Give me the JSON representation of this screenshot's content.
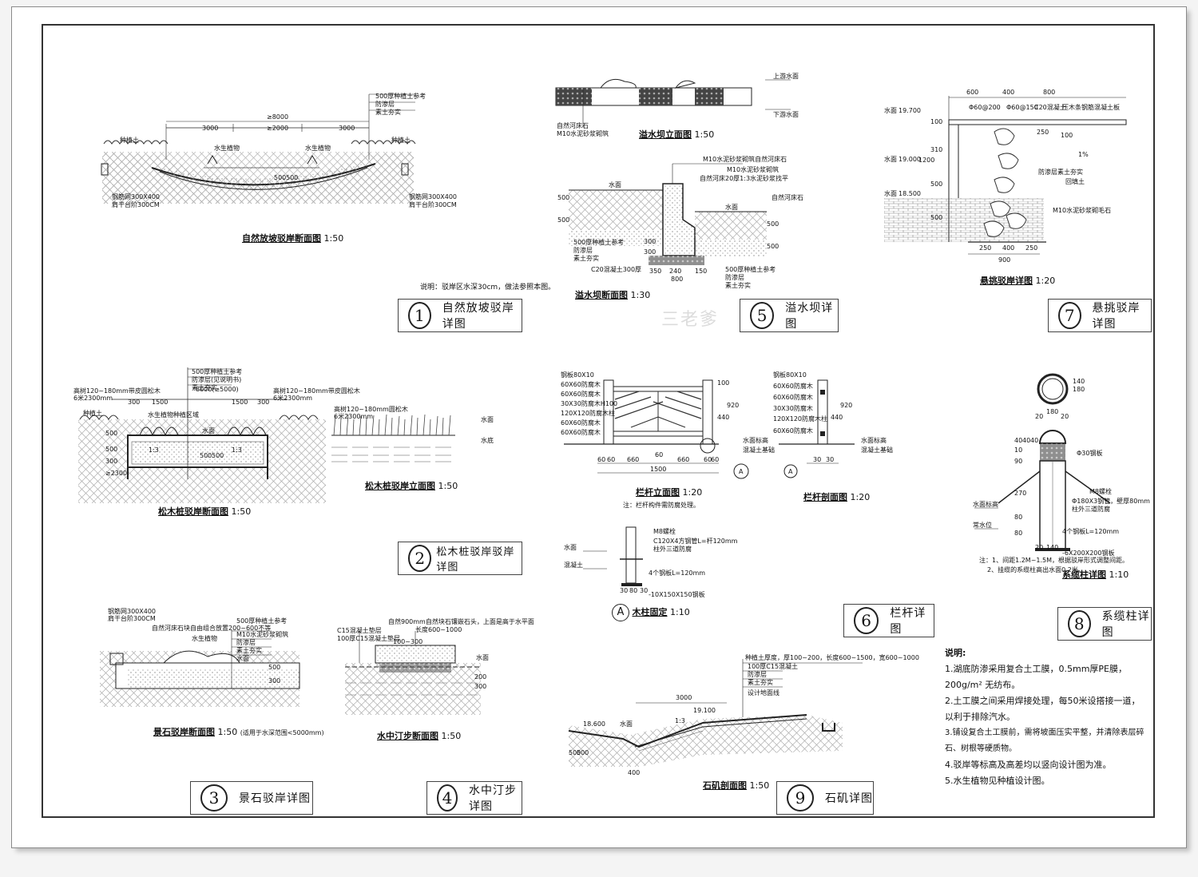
{
  "sheet": {
    "watermark": "三老爹",
    "sections": [
      {
        "num": "1",
        "title": "自然放坡驳岸详图"
      },
      {
        "num": "2",
        "title": "松木桩驳岸驳岸详图"
      },
      {
        "num": "3",
        "title": "景石驳岸详图"
      },
      {
        "num": "4",
        "title": "水中汀步详图"
      },
      {
        "num": "5",
        "title": "溢水坝详图"
      },
      {
        "num": "6",
        "title": "栏杆详图"
      },
      {
        "num": "7",
        "title": "悬挑驳岸详图"
      },
      {
        "num": "8",
        "title": "系缆柱详图"
      },
      {
        "num": "9",
        "title": "石矶详图"
      }
    ],
    "captions": {
      "c1": {
        "name": "自然放坡驳岸断面图",
        "scale": "1:50"
      },
      "c1_note": "说明：驳岸区水深30cm，做法参照本图。",
      "c2a": {
        "name": "松木桩驳岸断面图",
        "scale": "1:50"
      },
      "c2b": {
        "name": "松木桩驳岸立面图",
        "scale": "1:50"
      },
      "c3": {
        "name": "景石驳岸断面图",
        "scale": "1:50",
        "extra": "(适用于水深范围<5000mm)"
      },
      "c4": {
        "name": "水中汀步断面图",
        "scale": "1:50"
      },
      "c5a": {
        "name": "溢水坝立面图",
        "scale": "1:50"
      },
      "c5b": {
        "name": "溢水坝断面图",
        "scale": "1:30"
      },
      "c6a": {
        "name": "栏杆立面图",
        "scale": "1:20"
      },
      "c6a_note": "注：栏杆构件需防腐处理。",
      "c6b": {
        "name": "栏杆剖面图",
        "scale": "1:20"
      },
      "c6c": {
        "letter": "A",
        "name": "木柱固定",
        "scale": "1:10"
      },
      "c7": {
        "name": "悬挑驳岸详图",
        "scale": "1:20"
      },
      "c8": {
        "name": "系缆柱详图",
        "scale": "1:10"
      },
      "c8_notes": [
        "注：1、间距1.2M~1.5M，根据驳岸形式调整间距。",
        "2、挂缆的系缆柱高出水面0.2米。"
      ],
      "c9": {
        "name": "石矶剖面图",
        "scale": "1:50"
      }
    },
    "dims": {
      "d1": [
        "3000",
        "≥8000",
        "≥2000",
        "3000",
        "500",
        "500"
      ],
      "d2": [
        "8000(≥5000)",
        "1500",
        "1500",
        "300",
        "300",
        "500",
        "500",
        "300",
        "≥2300",
        "500",
        "500"
      ],
      "d3": [
        "500",
        "300"
      ],
      "d4": [
        "100~300",
        "200",
        "300"
      ],
      "d5": [
        "500",
        "500",
        "300",
        "350",
        "800",
        "150",
        "500",
        "500",
        "300",
        "240"
      ],
      "d6": [
        "60",
        "660",
        "60",
        "660",
        "60",
        "1500",
        "920",
        "440",
        "100",
        "60",
        "60",
        "920",
        "440",
        "30",
        "30",
        "80",
        "60",
        "30"
      ],
      "d7": [
        "600",
        "400",
        "800",
        "100",
        "310",
        "500",
        "1200",
        "500",
        "250",
        "400",
        "250",
        "900",
        "100",
        "250"
      ],
      "d8": [
        "180",
        "140",
        "20",
        "180",
        "20",
        "40",
        "40",
        "40",
        "10",
        "90",
        "270",
        "80",
        "80",
        "140",
        "20"
      ],
      "d9": [
        "3000",
        "18.600",
        "19.100",
        "400",
        "500",
        "500"
      ]
    },
    "elevations": {
      "e7": [
        "19.700",
        "19.000",
        "18.500"
      ]
    },
    "labels": {
      "l1": [
        "500厚种植土参考",
        "防渗层",
        "素土夯实",
        "种植土",
        "水生植物",
        "水生植物",
        "种植土",
        "钢筋网300X400",
        "肩干台阶300CM",
        "钢筋网300X400",
        "肩干台阶300CM"
      ],
      "l2": [
        "500厚种植土参考",
        "防渗层(见说明书)",
        "素土夯实",
        "高树120~180mm带皮圆松木",
        "6米2300mm",
        "高树120~180mm带皮圆松木",
        "6米2300mm",
        "种植土",
        "水生植物种植区域",
        "1:3",
        "1:3",
        "水面"
      ],
      "l2b": [
        "高树120~180mm圆松木",
        "6米2300mm",
        "水面",
        "水底"
      ],
      "l3": [
        "钢筋网300X400",
        "肩干台阶300CM",
        "自然河床石块自由组合放置200~600不等",
        "500厚种植土参考",
        "M10水泥砂浆砌筑",
        "防渗层",
        "素土夯实",
        "水生植物",
        "水面"
      ],
      "l4": [
        "C15混凝土垫层",
        "100厚C15混凝土垫层",
        "自然900mm自然块石镶嵌石头，上面是高于水平面",
        "长度600~1000",
        "水面"
      ],
      "l5a": [
        "上游水面",
        "下游水面",
        "自然河床石",
        "M10水泥砂浆砌筑"
      ],
      "l5b": [
        "M10水泥砂浆砌筑自然河床石",
        "M10水泥砂浆砌筑",
        "自然河床20厚1:3水泥砂浆找平",
        "水面",
        "水面",
        "500厚种植土参考",
        "防渗层",
        "素土夯实",
        "C20混凝土300厚",
        "500厚种植土参考",
        "防渗层",
        "素土夯实",
        "自然河床石"
      ],
      "l6a": [
        "钢板80X10",
        "60X60防腐木",
        "60X60防腐木",
        "30X30防腐木H100",
        "120X120防腐木柱",
        "60X60防腐木",
        "60X60防腐木",
        "水面标高",
        "混凝土基础",
        "A"
      ],
      "l6b": [
        "钢板80X10",
        "60X60防腐木",
        "60X60防腐木",
        "30X30防腐木",
        "120X120防腐木柱",
        "60X60防腐木",
        "水面标高",
        "混凝土基础",
        "A"
      ],
      "l6c": [
        "M8螺栓",
        "C120X4方钢管L=杆120mm",
        "柱外三道防腐",
        "4个钢板L=120mm",
        "-10X150X150钢板",
        "水面",
        "混凝土"
      ],
      "l6c_dims": [
        "30",
        "80",
        "30"
      ],
      "l7": [
        "Φ60@200",
        "Φ60@150",
        "C20混凝土",
        "压木条钢筋混凝土板",
        "1%",
        "防渗层素土夯实",
        "回填土",
        "M10水泥砂浆砌毛石",
        "水面",
        "水面",
        "水面"
      ],
      "l8": [
        "Φ30钢板",
        "M8螺栓",
        "Φ180X3钢管，壁厚80mm",
        "柱外三道防腐",
        "4个钢板L=120mm",
        "-6X200X200钢板",
        "水面标高",
        "常水位"
      ],
      "l9": [
        "种植土厚度，厚100~200，长度600~1500，宽600~1000",
        "100厚C15混凝土",
        "防渗层",
        "素土夯实",
        "设计地面线",
        "1:3",
        "水面"
      ]
    },
    "notes": {
      "heading": "说明:",
      "items": [
        "1.湖底防渗采用复合土工膜，0.5mm厚PE膜，200g/m² 无纺布。",
        "2.土工膜之间采用焊接处理，每50米设搭接一道，以利于排除汽水。",
        "3.铺设复合土工膜前，需将坡面压实平整，并清除表层碎石、树根等硬质物。",
        "4.驳岸等标高及高差均以竖向设计图为准。",
        "5.水生植物见种植设计图。"
      ]
    }
  }
}
